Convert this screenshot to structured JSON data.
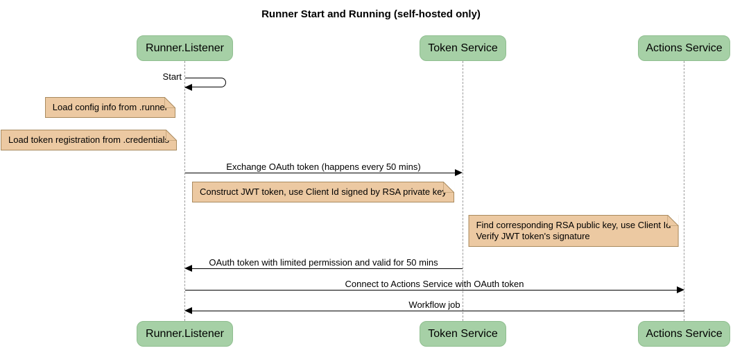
{
  "title": "Runner Start and Running (self-hosted only)",
  "participants": [
    {
      "name": "Runner.Listener"
    },
    {
      "name": "Token Service"
    },
    {
      "name": "Actions Service"
    }
  ],
  "messages": {
    "start": "Start",
    "exchange_oauth": "Exchange OAuth token (happens every 50 mins)",
    "oauth_return": "OAuth token with limited permission and valid for 50 mins",
    "connect": "Connect to Actions Service with OAuth token",
    "workflow_job": "Workflow job"
  },
  "notes": {
    "load_config": "Load config info from .runner",
    "load_token": "Load token registration from .credentials",
    "construct_jwt": "Construct JWT token, use Client Id signed by RSA private key",
    "verify_jwt_line1": "Find corresponding RSA public key, use Client Id",
    "verify_jwt_line2": "Verify JWT token's signature"
  },
  "colors": {
    "participant-fill": "#a6d0a6",
    "participant-border": "#8fbe8f",
    "note-fill": "#ecc9a2",
    "note-border": "#a98a5e",
    "lifeline": "#999999",
    "message": "#000000"
  }
}
